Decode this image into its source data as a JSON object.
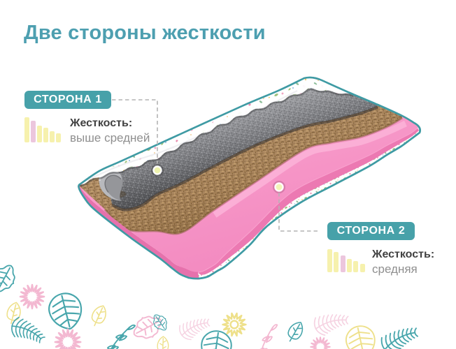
{
  "title": "Две стороны жесткости",
  "sides": [
    {
      "badge": "СТОРОНА 1",
      "firmness_label": "Жесткость:",
      "firmness_value": "выше средней",
      "bars": {
        "values": [
          36,
          31,
          24,
          21,
          16,
          13
        ],
        "max": 36,
        "highlight_index": 1
      }
    },
    {
      "badge": "СТОРОНА 2",
      "firmness_label": "Жесткость:",
      "firmness_value": "средняя",
      "bars": {
        "values": [
          33,
          29,
          24,
          19,
          16,
          12
        ],
        "max": 33,
        "highlight_index": 2
      }
    }
  ],
  "illustration": {
    "name": "two-sided-mattress-cutaway",
    "layers": [
      "floral cover fabric",
      "grey felt",
      "coconut coir",
      "pink foam"
    ]
  },
  "colors": {
    "accent_teal": "#47a1a9",
    "title_teal": "#4d9fb0",
    "outline_teal": "#3f9ba4",
    "bar_yellow": "#f6f1ad",
    "bar_pink": "#ecc6dd",
    "foam_pink": "#f48fc3",
    "coir_brown": "#a8845c",
    "felt_grey": "#6a6b6f",
    "doodle_teal": "#48a6ac",
    "doodle_pink": "#f3b8d1",
    "doodle_yellow": "#efe18c"
  },
  "chart_data": {
    "type": "bar",
    "title": "Жесткость (firmness indicator bars)",
    "series": [
      {
        "name": "СТОРОНА 1",
        "values": [
          36,
          31,
          24,
          21,
          16,
          13
        ],
        "highlight_index": 1,
        "label": "выше средней"
      },
      {
        "name": "СТОРОНА 2",
        "values": [
          33,
          29,
          24,
          19,
          16,
          12
        ],
        "highlight_index": 2,
        "label": "средняя"
      }
    ]
  }
}
